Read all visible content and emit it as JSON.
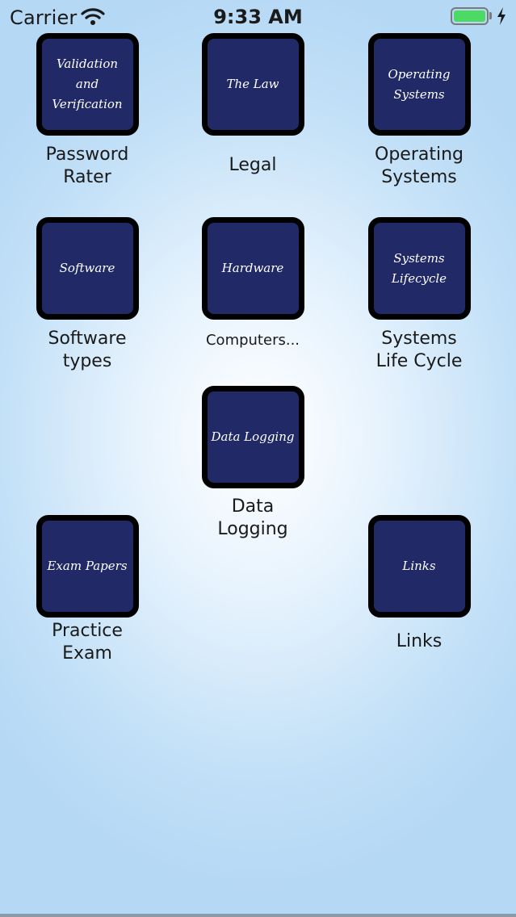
{
  "status_bar": {
    "carrier": "Carrier",
    "time": "9:33 AM",
    "battery_level": 1.0,
    "battery_color": "#4cd964",
    "icons": [
      "wifi-icon",
      "battery-icon",
      "charging-bolt-icon"
    ]
  },
  "theme": {
    "tile_background": "#212a66",
    "tile_border": "#000000"
  },
  "tiles": [
    {
      "icon_text": "Validation\nand\nVerification",
      "label": "Password\nRater"
    },
    {
      "icon_text": "The Law",
      "label": "Legal"
    },
    {
      "icon_text": "Operating\nSystems",
      "label": "Operating\nSystems"
    },
    {
      "icon_text": "Software",
      "label": "Software\ntypes"
    },
    {
      "icon_text": "Hardware",
      "label": "Computers..."
    },
    {
      "icon_text": "Systems\nLifecycle",
      "label": "Systems\nLife Cycle"
    },
    {
      "icon_text": "Data Logging",
      "label": "Data\nLogging"
    },
    {
      "icon_text": "Exam Papers",
      "label": "Practice\nExam"
    },
    {
      "icon_text": "Links",
      "label": "Links"
    }
  ]
}
